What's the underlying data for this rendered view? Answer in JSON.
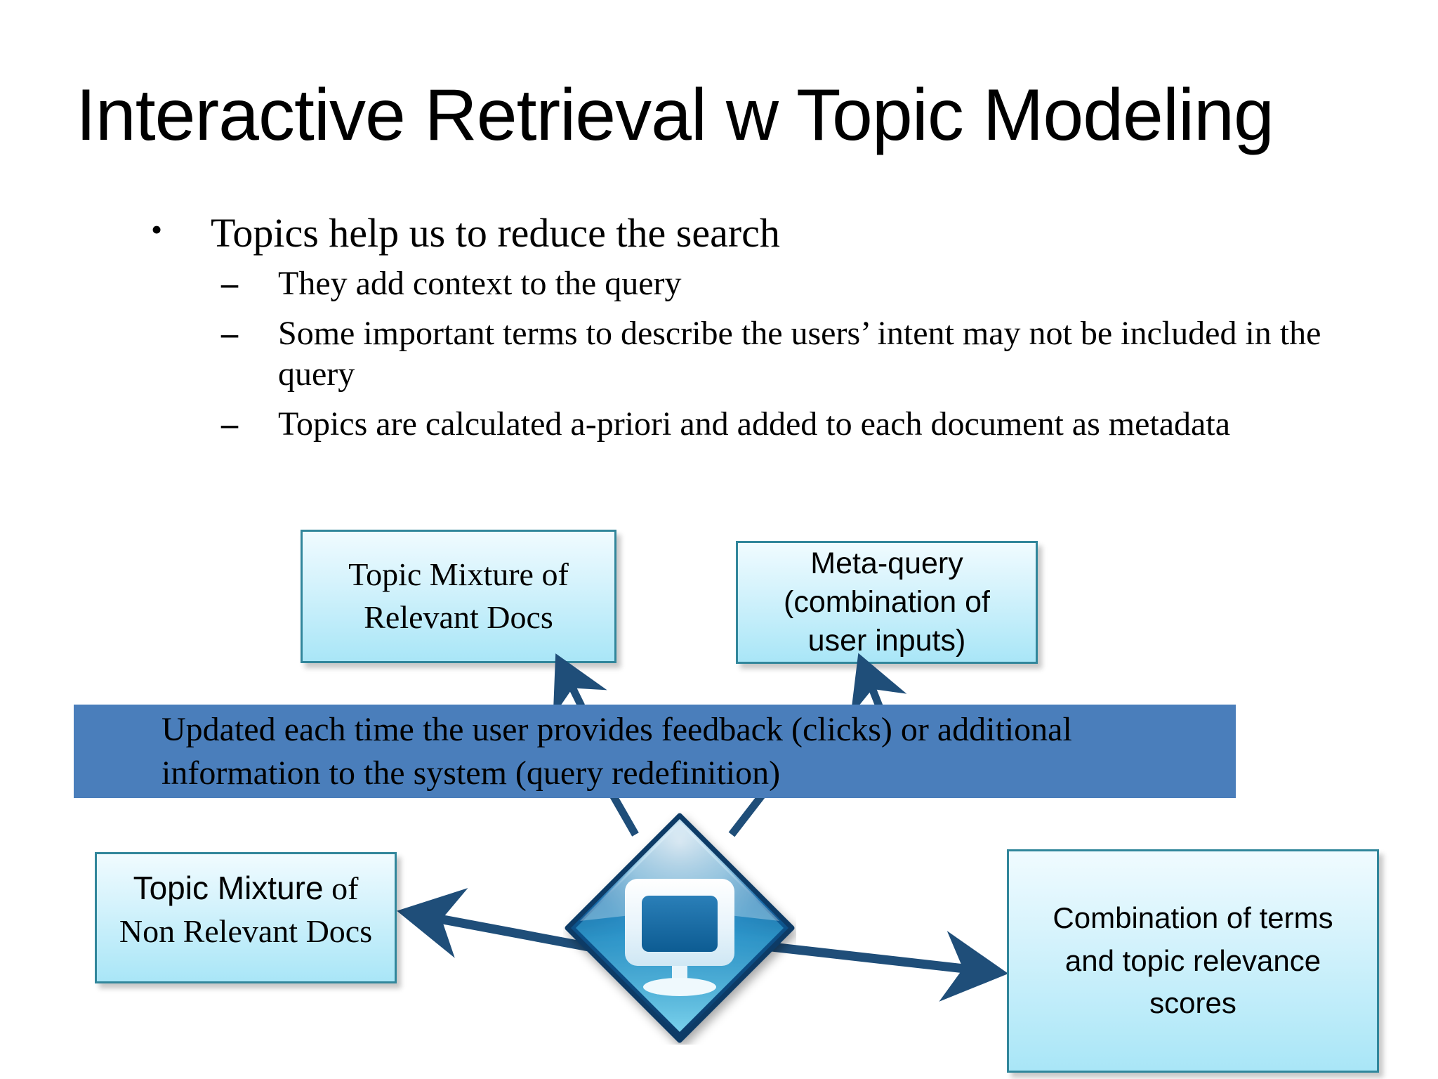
{
  "slide": {
    "title": "Interactive Retrieval w Topic Modeling",
    "bullets": [
      {
        "level": 1,
        "marker": "•",
        "text": "Topics help us to reduce the search"
      },
      {
        "level": 2,
        "marker": "–",
        "text": "They add context to the query"
      },
      {
        "level": 2,
        "marker": "–",
        "text": "Some important terms to describe the users’ intent may not be included in the query"
      },
      {
        "level": 2,
        "marker": "–",
        "text": "Topics are calculated a-priori and added to each document as metadata"
      }
    ]
  },
  "diagram": {
    "box_topic_relevant": {
      "line1": "Topic Mixture of",
      "line2": "Relevant Docs"
    },
    "box_meta_query": {
      "line1": "Meta-query",
      "line2": "(combination of",
      "line3": "user inputs)"
    },
    "box_topic_nonrelevant": {
      "line1a": "Topic Mixture",
      "line1b": " of",
      "line2": "Non Relevant Docs"
    },
    "box_combination": {
      "line1": "Combination of terms",
      "line2": "and topic  relevance",
      "line3": "scores"
    },
    "banner": {
      "line1": "Updated each time the user provides feedback (clicks) or additional",
      "line2": "information to the system (query redefinition)"
    },
    "hub": {
      "icon_name": "computer-monitor-diamond-icon"
    },
    "colors": {
      "box_border": "#31869b",
      "box_fill_top": "#f0fbff",
      "box_fill_bottom": "#a9e6f7",
      "banner_fill": "#4a7ebb",
      "arrow": "#1f4e79",
      "hub_dark": "#0b3a66",
      "hub_light": "#7ed7f2",
      "title_text": "#000000"
    }
  }
}
